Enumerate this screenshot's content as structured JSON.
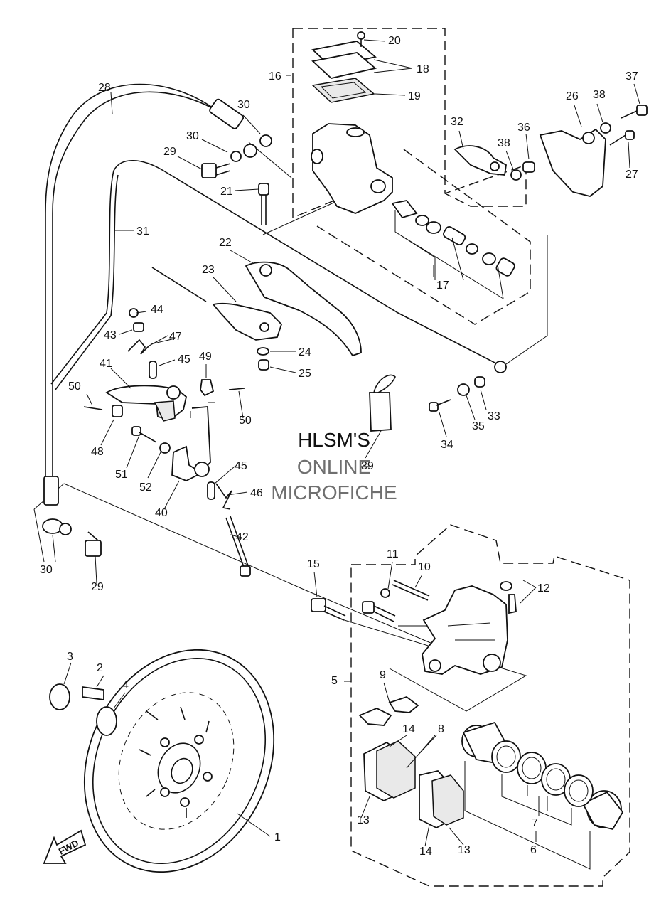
{
  "watermark": {
    "line1": "HLSM'S",
    "line2": "ONLINE",
    "line3": "MICROFICHE"
  },
  "direction_label": "FWD",
  "callouts": [
    "1",
    "2",
    "3",
    "4",
    "5",
    "6",
    "7",
    "8",
    "9",
    "10",
    "11",
    "12",
    "13",
    "14",
    "15",
    "16",
    "17",
    "18",
    "19",
    "20",
    "21",
    "22",
    "23",
    "24",
    "25",
    "26",
    "27",
    "28",
    "29",
    "30",
    "31",
    "32",
    "33",
    "34",
    "35",
    "36",
    "37",
    "38",
    "39",
    "40",
    "41",
    "42",
    "43",
    "44",
    "45",
    "46",
    "47",
    "48",
    "49",
    "50",
    "51",
    "52"
  ]
}
